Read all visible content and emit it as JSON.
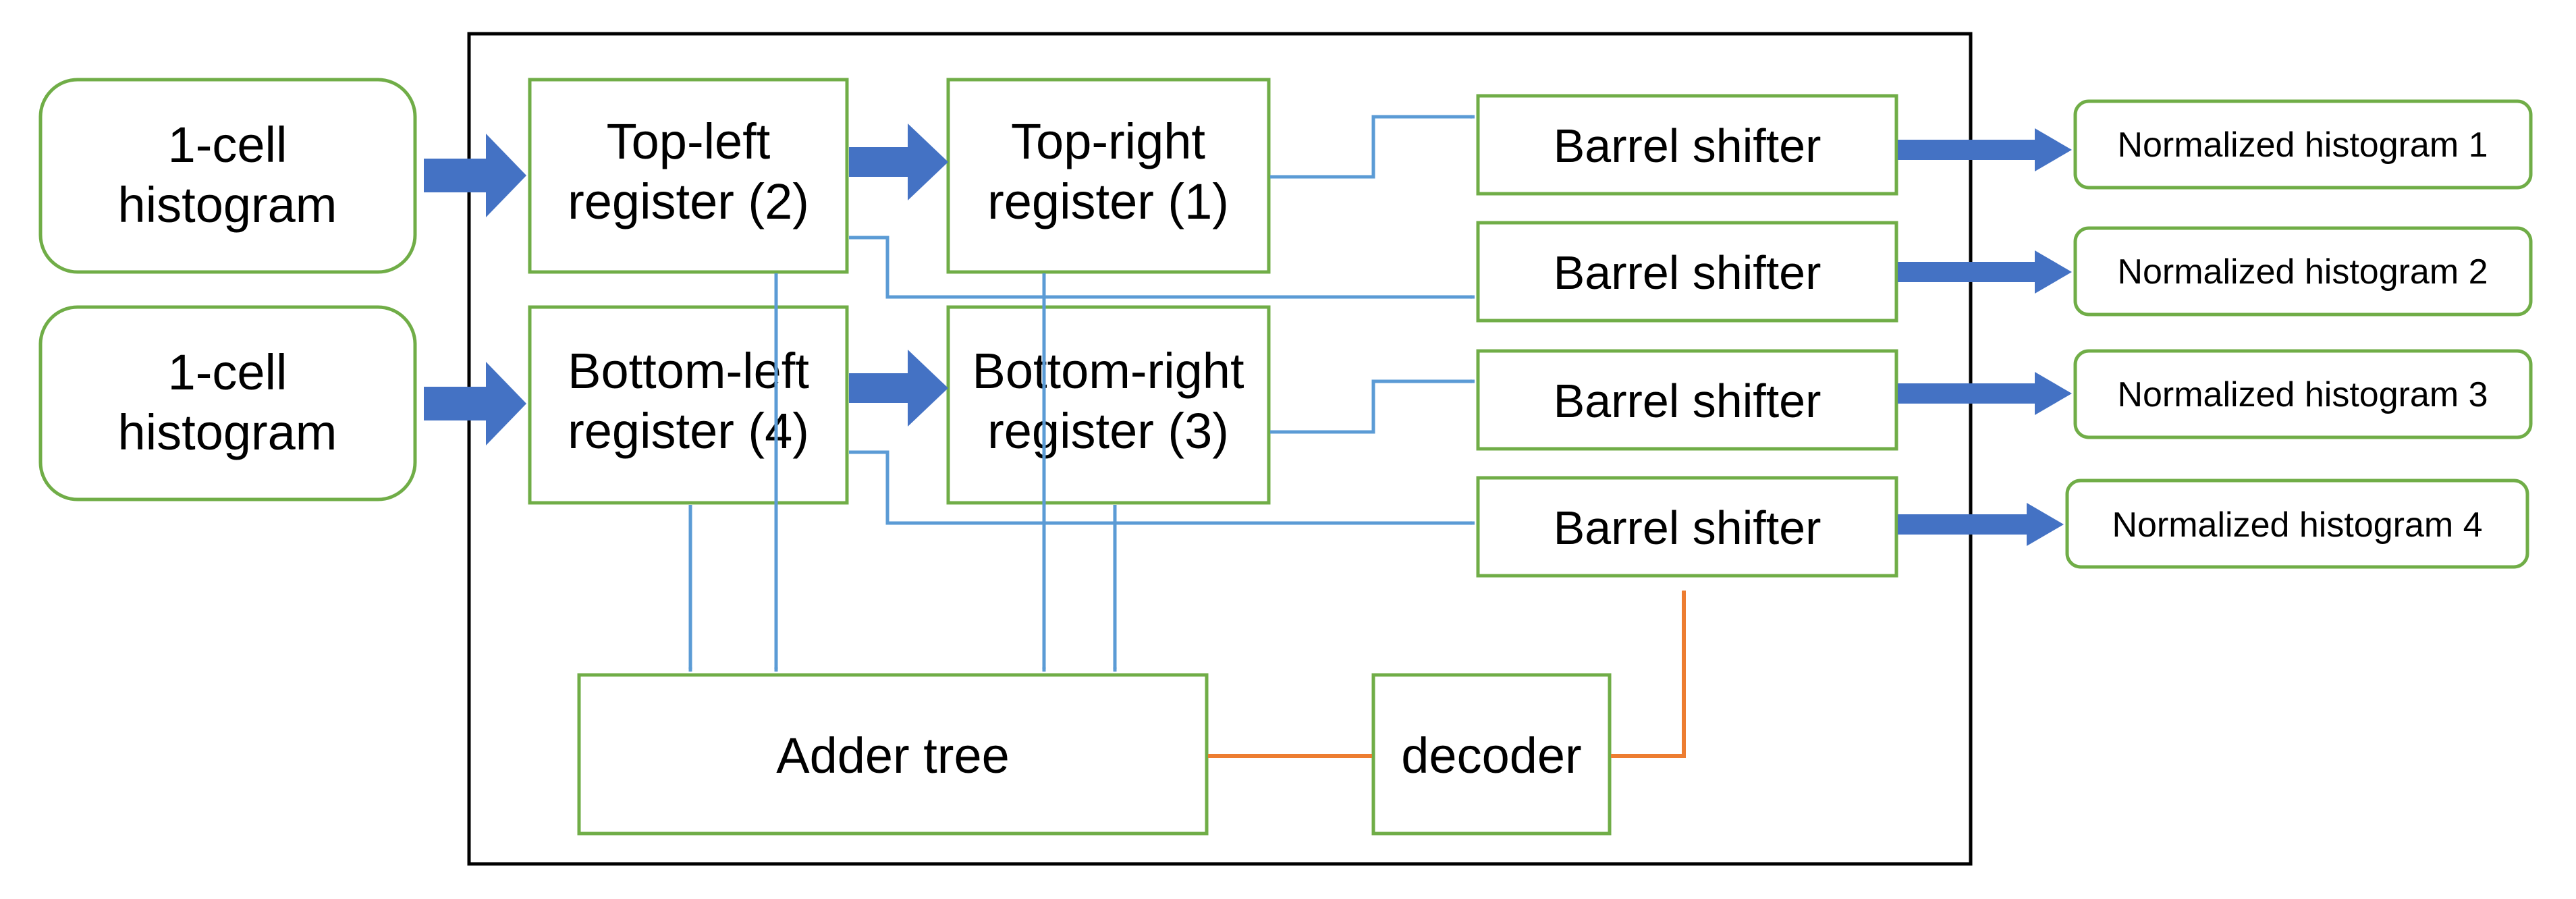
{
  "inputs": [
    "1-cell\nhistogram",
    "1-cell\nhistogram"
  ],
  "registers": {
    "top_left": "Top-left\nregister (2)",
    "top_right": "Top-right\nregister (1)",
    "bottom_left": "Bottom-left\nregister (4)",
    "bottom_right": "Bottom-right\nregister (3)"
  },
  "shifters": [
    "Barrel shifter",
    "Barrel shifter",
    "Barrel shifter",
    "Barrel shifter"
  ],
  "outputs": [
    "Normalized histogram 1",
    "Normalized histogram 2",
    "Normalized histogram 3",
    "Normalized histogram 4"
  ],
  "adder": "Adder tree",
  "decoder": "decoder",
  "colors": {
    "box_border": "#70ad47",
    "fat_arrow": "#4472c4",
    "thin_arrow": "#5b9bd5",
    "control_arrow": "#ed7d31",
    "frame": "#000000"
  }
}
